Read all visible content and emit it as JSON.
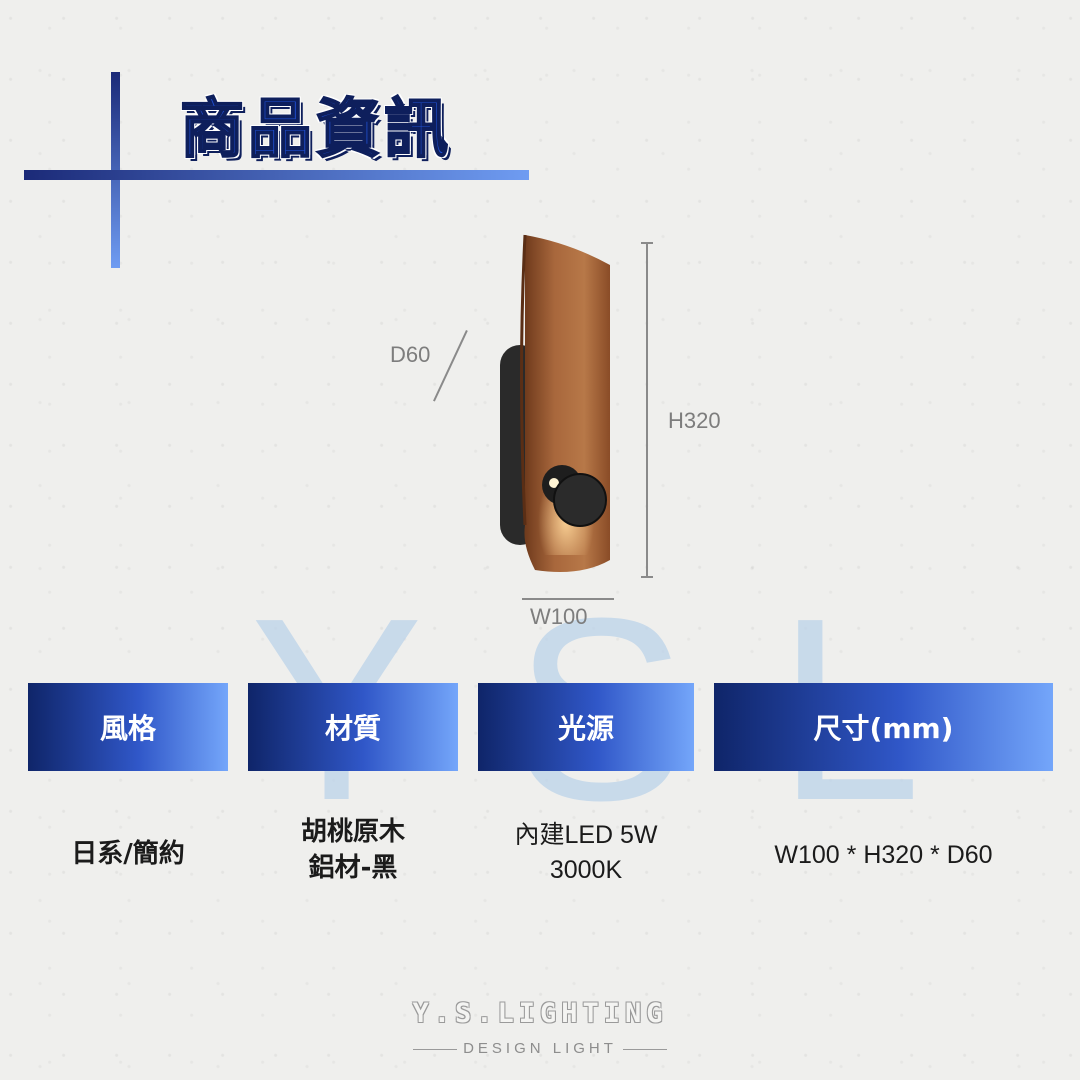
{
  "header": {
    "title": "商品資訊"
  },
  "watermark": {
    "text": "YSL"
  },
  "dimensions": {
    "depth": "D60",
    "height": "H320",
    "width": "W100"
  },
  "specs": {
    "style": {
      "label": "風格",
      "value": "日系/簡約"
    },
    "material": {
      "label": "材質",
      "lines": [
        "胡桃原木",
        "鋁材-黑"
      ]
    },
    "light": {
      "label": "光源",
      "lines": [
        "內建LED 5W",
        "3000K"
      ]
    },
    "size": {
      "label": "尺寸(mm)",
      "value": "W100 * H320 * D60"
    }
  },
  "footer": {
    "brand": "Y.S.LIGHTING",
    "tagline": "DESIGN LIGHT"
  },
  "colors": {
    "accent_dark": "#0f2569",
    "accent_light": "#74a6fa",
    "wood": "#9a5a32"
  }
}
